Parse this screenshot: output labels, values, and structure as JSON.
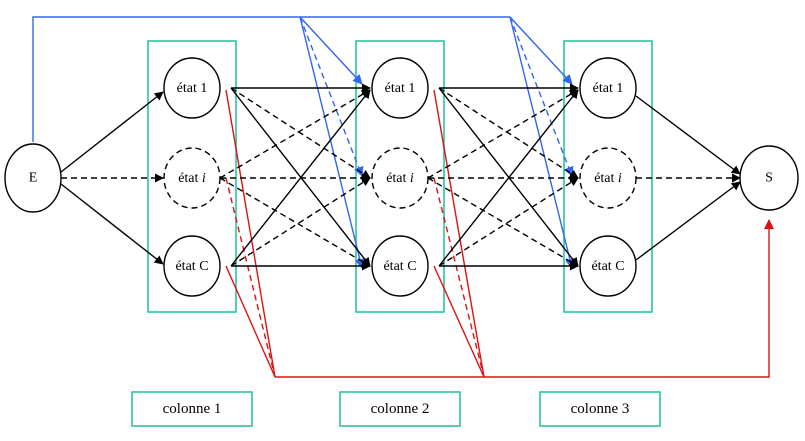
{
  "colors": {
    "black": "#000000",
    "blue": "#3366ee",
    "red": "#dd1111",
    "teal": "#1fbf9f"
  },
  "nodes": {
    "entry": {
      "label": "E"
    },
    "exit": {
      "label": "S"
    },
    "states": [
      {
        "prefix": "état",
        "suffix": "1"
      },
      {
        "prefix": "état",
        "suffix": "i"
      },
      {
        "prefix": "état",
        "suffix": "C"
      }
    ]
  },
  "columns": [
    {
      "label": "colonne 1"
    },
    {
      "label": "colonne 2"
    },
    {
      "label": "colonne 3"
    }
  ]
}
